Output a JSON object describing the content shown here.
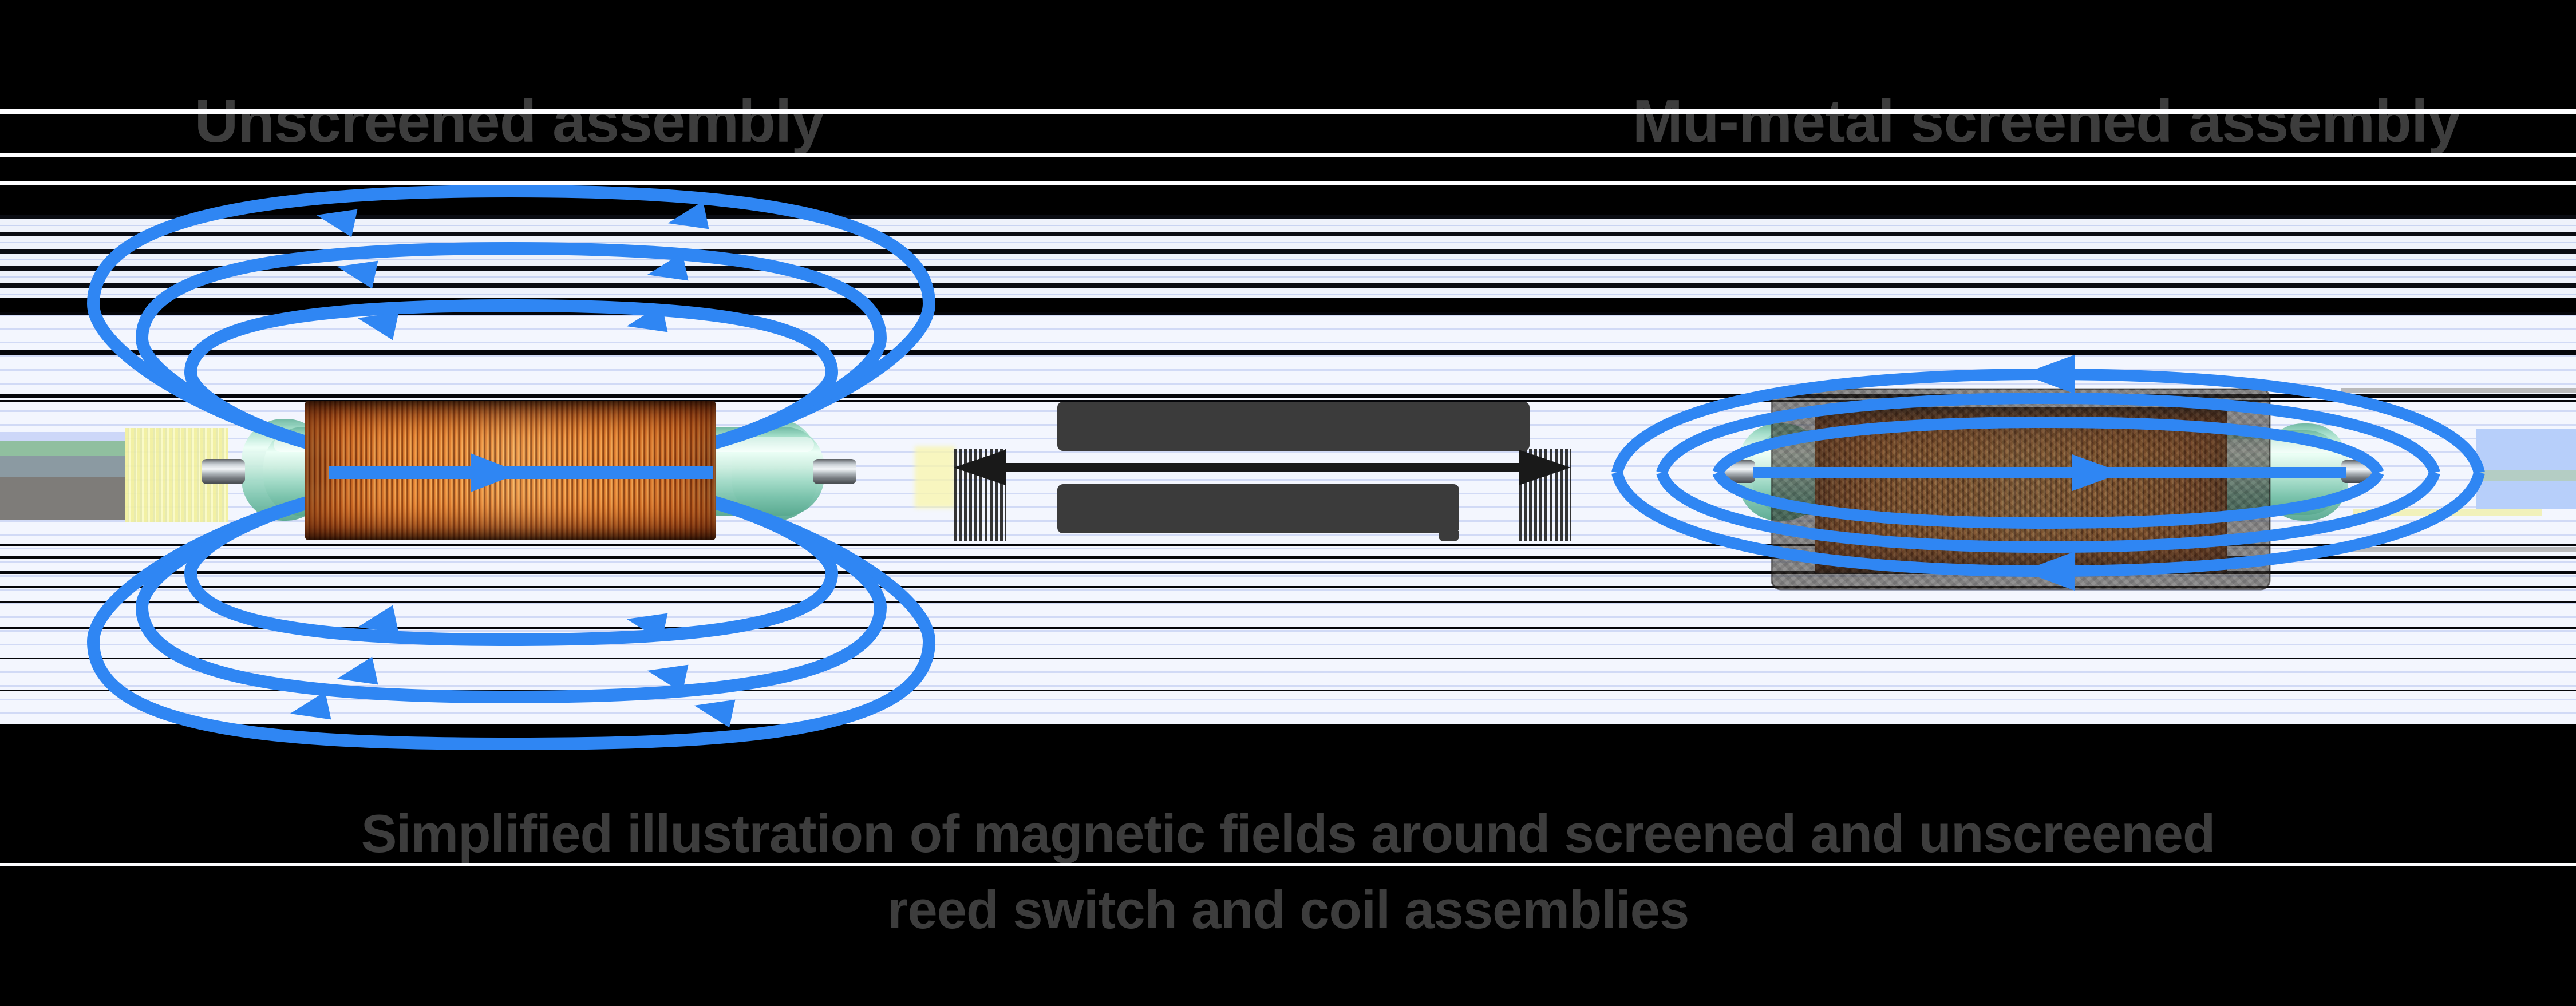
{
  "labels": {
    "unscreened": "Unscreened assembly",
    "screened": "Mu-metal screened assembly"
  },
  "caption": {
    "line1": "Simplified illustration of magnetic fields around screened and unscreened",
    "line2": "reed switch and coil assemblies"
  },
  "center_annotation": {
    "obscured": true,
    "line1_text": "",
    "line2_text": "",
    "arrow": "double-headed horizontal arrow between assemblies"
  },
  "icons": {
    "field_direction_arrows": "solid triangular arrowheads on field lines (left along top and bottom arcs, right along coil axis)"
  },
  "colors": {
    "field_line": "#2f86f3",
    "text": "#3d3d3d",
    "arrow": "#191919",
    "coil_copper": "#d9762b",
    "glass_green": "#cdeee0",
    "screen_gray": "#38322c",
    "background": "#000000",
    "stripe_white": "#f3f6fe",
    "stripe_lavender": "#c9d4f2"
  }
}
